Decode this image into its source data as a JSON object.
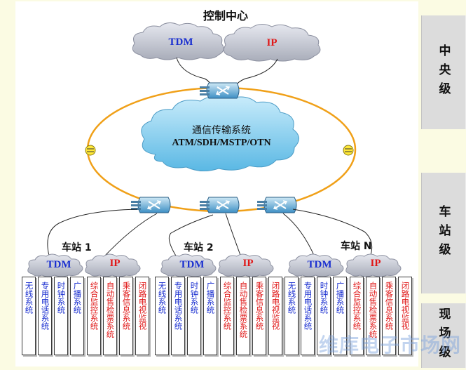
{
  "control_center": "控制中心",
  "central_clouds": {
    "tdm": "TDM",
    "ip": "IP"
  },
  "transport": {
    "line1": "通信传输系统",
    "line2": "ATM/SDH/MSTP/OTN"
  },
  "levels": [
    "中央级",
    "车站级",
    "现场级"
  ],
  "stations": [
    {
      "name": "车站 1",
      "tdm": "TDM",
      "ip": "IP",
      "tdm_systems": [
        "无线系统",
        "专用电话系统",
        "时钟系统",
        "广播系统"
      ],
      "ip_systems": [
        "综合监控系统",
        "自动售检票系统",
        "乘客信息系统",
        "闭路电视监视"
      ]
    },
    {
      "name": "车站 2",
      "tdm": "TDM",
      "ip": "IP",
      "tdm_systems": [
        "无线系统",
        "专用电话系统",
        "时钟系统",
        "广播系统"
      ],
      "ip_systems": [
        "综合监控系统",
        "自动售检票系统",
        "乘客信息系统",
        "闭路电视监视"
      ]
    },
    {
      "name": "车站 N",
      "tdm": "TDM",
      "ip": "IP",
      "tdm_systems": [
        "无线系统",
        "专用电话系统",
        "时钟系统",
        "广播系统"
      ],
      "ip_systems": [
        "综合监控系统",
        "自动售检票系统",
        "乘客信息系统",
        "闭路电视监视"
      ]
    }
  ],
  "watermark": "维库电子市场网",
  "colors": {
    "ring": "#f0a018",
    "tdm_text": "#1a2fd0",
    "ip_text": "#e01818",
    "cloud": "#c9ccd6",
    "core_cloud": "#8fd0ee"
  }
}
